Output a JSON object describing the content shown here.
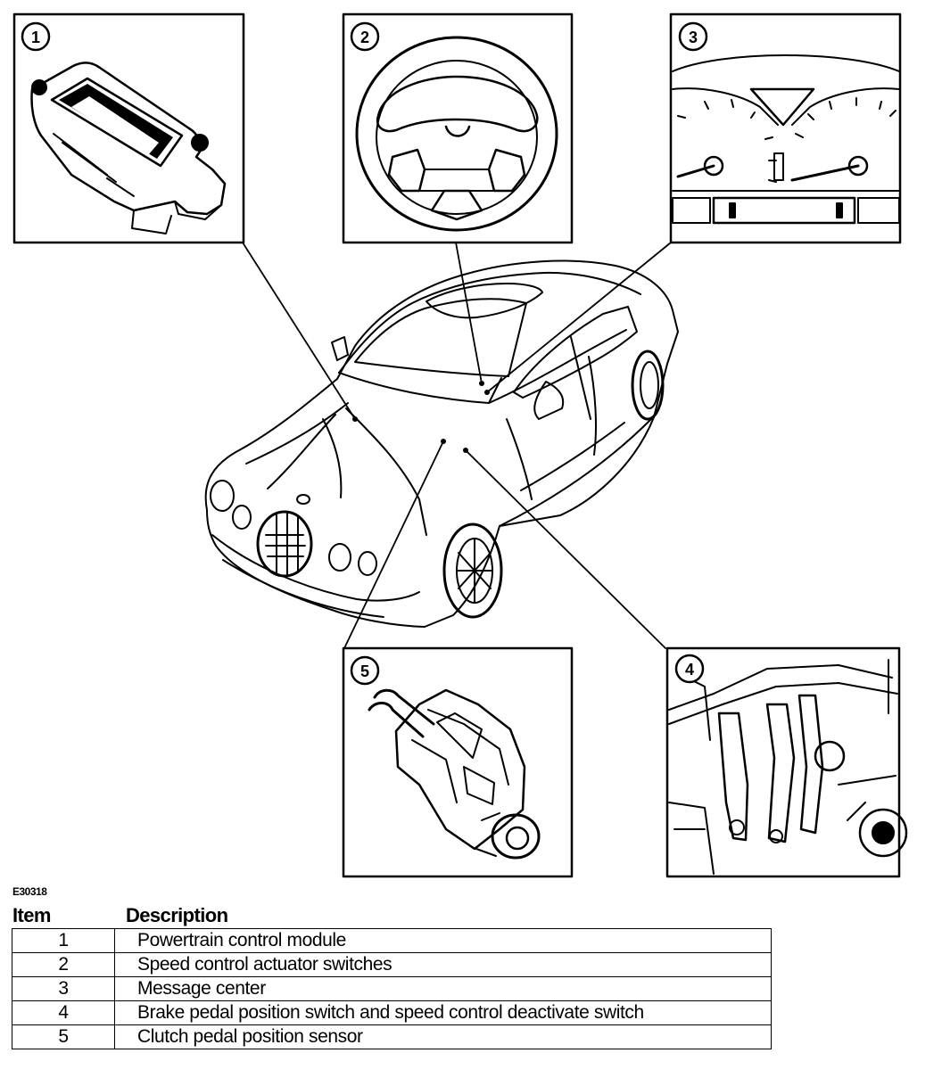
{
  "figure_id": "E30318",
  "callouts": [
    "1",
    "2",
    "3",
    "4",
    "5"
  ],
  "legend": {
    "header_item": "Item",
    "header_description": "Description",
    "rows": [
      {
        "item": "1",
        "description": "Powertrain control module"
      },
      {
        "item": "2",
        "description": "Speed control actuator switches"
      },
      {
        "item": "3",
        "description": "Message center"
      },
      {
        "item": "4",
        "description": "Brake pedal position switch and speed control deactivate switch"
      },
      {
        "item": "5",
        "description": "Clutch pedal position sensor"
      }
    ]
  }
}
